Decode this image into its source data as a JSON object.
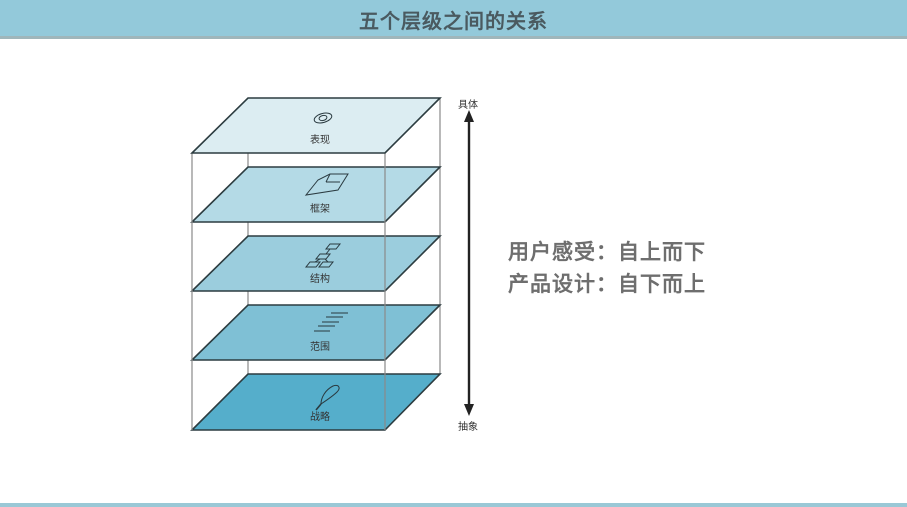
{
  "header": {
    "title": "五个层级之间的关系",
    "background": "#93c9da",
    "border": "#9fb6bb",
    "text_color": "#4a5a60"
  },
  "diagram": {
    "layers": [
      {
        "label": "表现",
        "icon": "eye-icon",
        "fill": "#dcedf2"
      },
      {
        "label": "框架",
        "icon": "frame-icon",
        "fill": "#b4dae6"
      },
      {
        "label": "结构",
        "icon": "structure-icon",
        "fill": "#9bcddd"
      },
      {
        "label": "范围",
        "icon": "scope-list-icon",
        "fill": "#7fc0d5"
      },
      {
        "label": "战略",
        "icon": "feather-icon",
        "fill": "#55aecb"
      }
    ],
    "axis": {
      "top_label": "具体",
      "bottom_label": "抽象",
      "arrow": "double-headed-vertical"
    }
  },
  "notes": [
    {
      "text": "用户感受：自上而下"
    },
    {
      "text": "产品设计：自下而上"
    }
  ],
  "footer": {
    "bar_color": "#9ac8d6"
  }
}
